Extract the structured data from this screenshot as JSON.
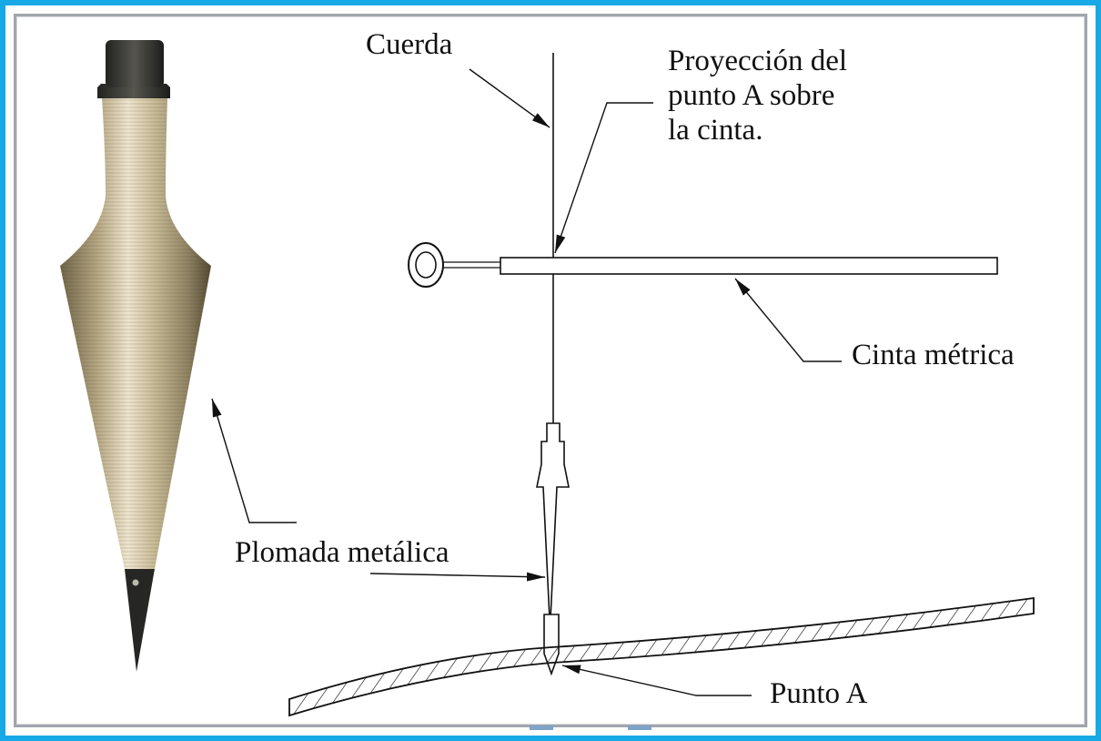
{
  "labels": {
    "cuerda": "Cuerda",
    "proyeccion_line1": "Proyección del",
    "proyeccion_line2": "punto A sobre",
    "proyeccion_line3": "la cinta.",
    "cinta": "Cinta métrica",
    "plomada": "Plomada metálica",
    "punto": "Punto A"
  },
  "colors": {
    "outer_border": "#16a9e6",
    "inner_border": "#a0a6ac",
    "plumb_brass": "#b8a983",
    "plumb_cap": "#3b3b36",
    "line": "#111111"
  },
  "icons": {
    "photo": "brass-plumb-bob",
    "tape_handle": "ring-handle"
  }
}
